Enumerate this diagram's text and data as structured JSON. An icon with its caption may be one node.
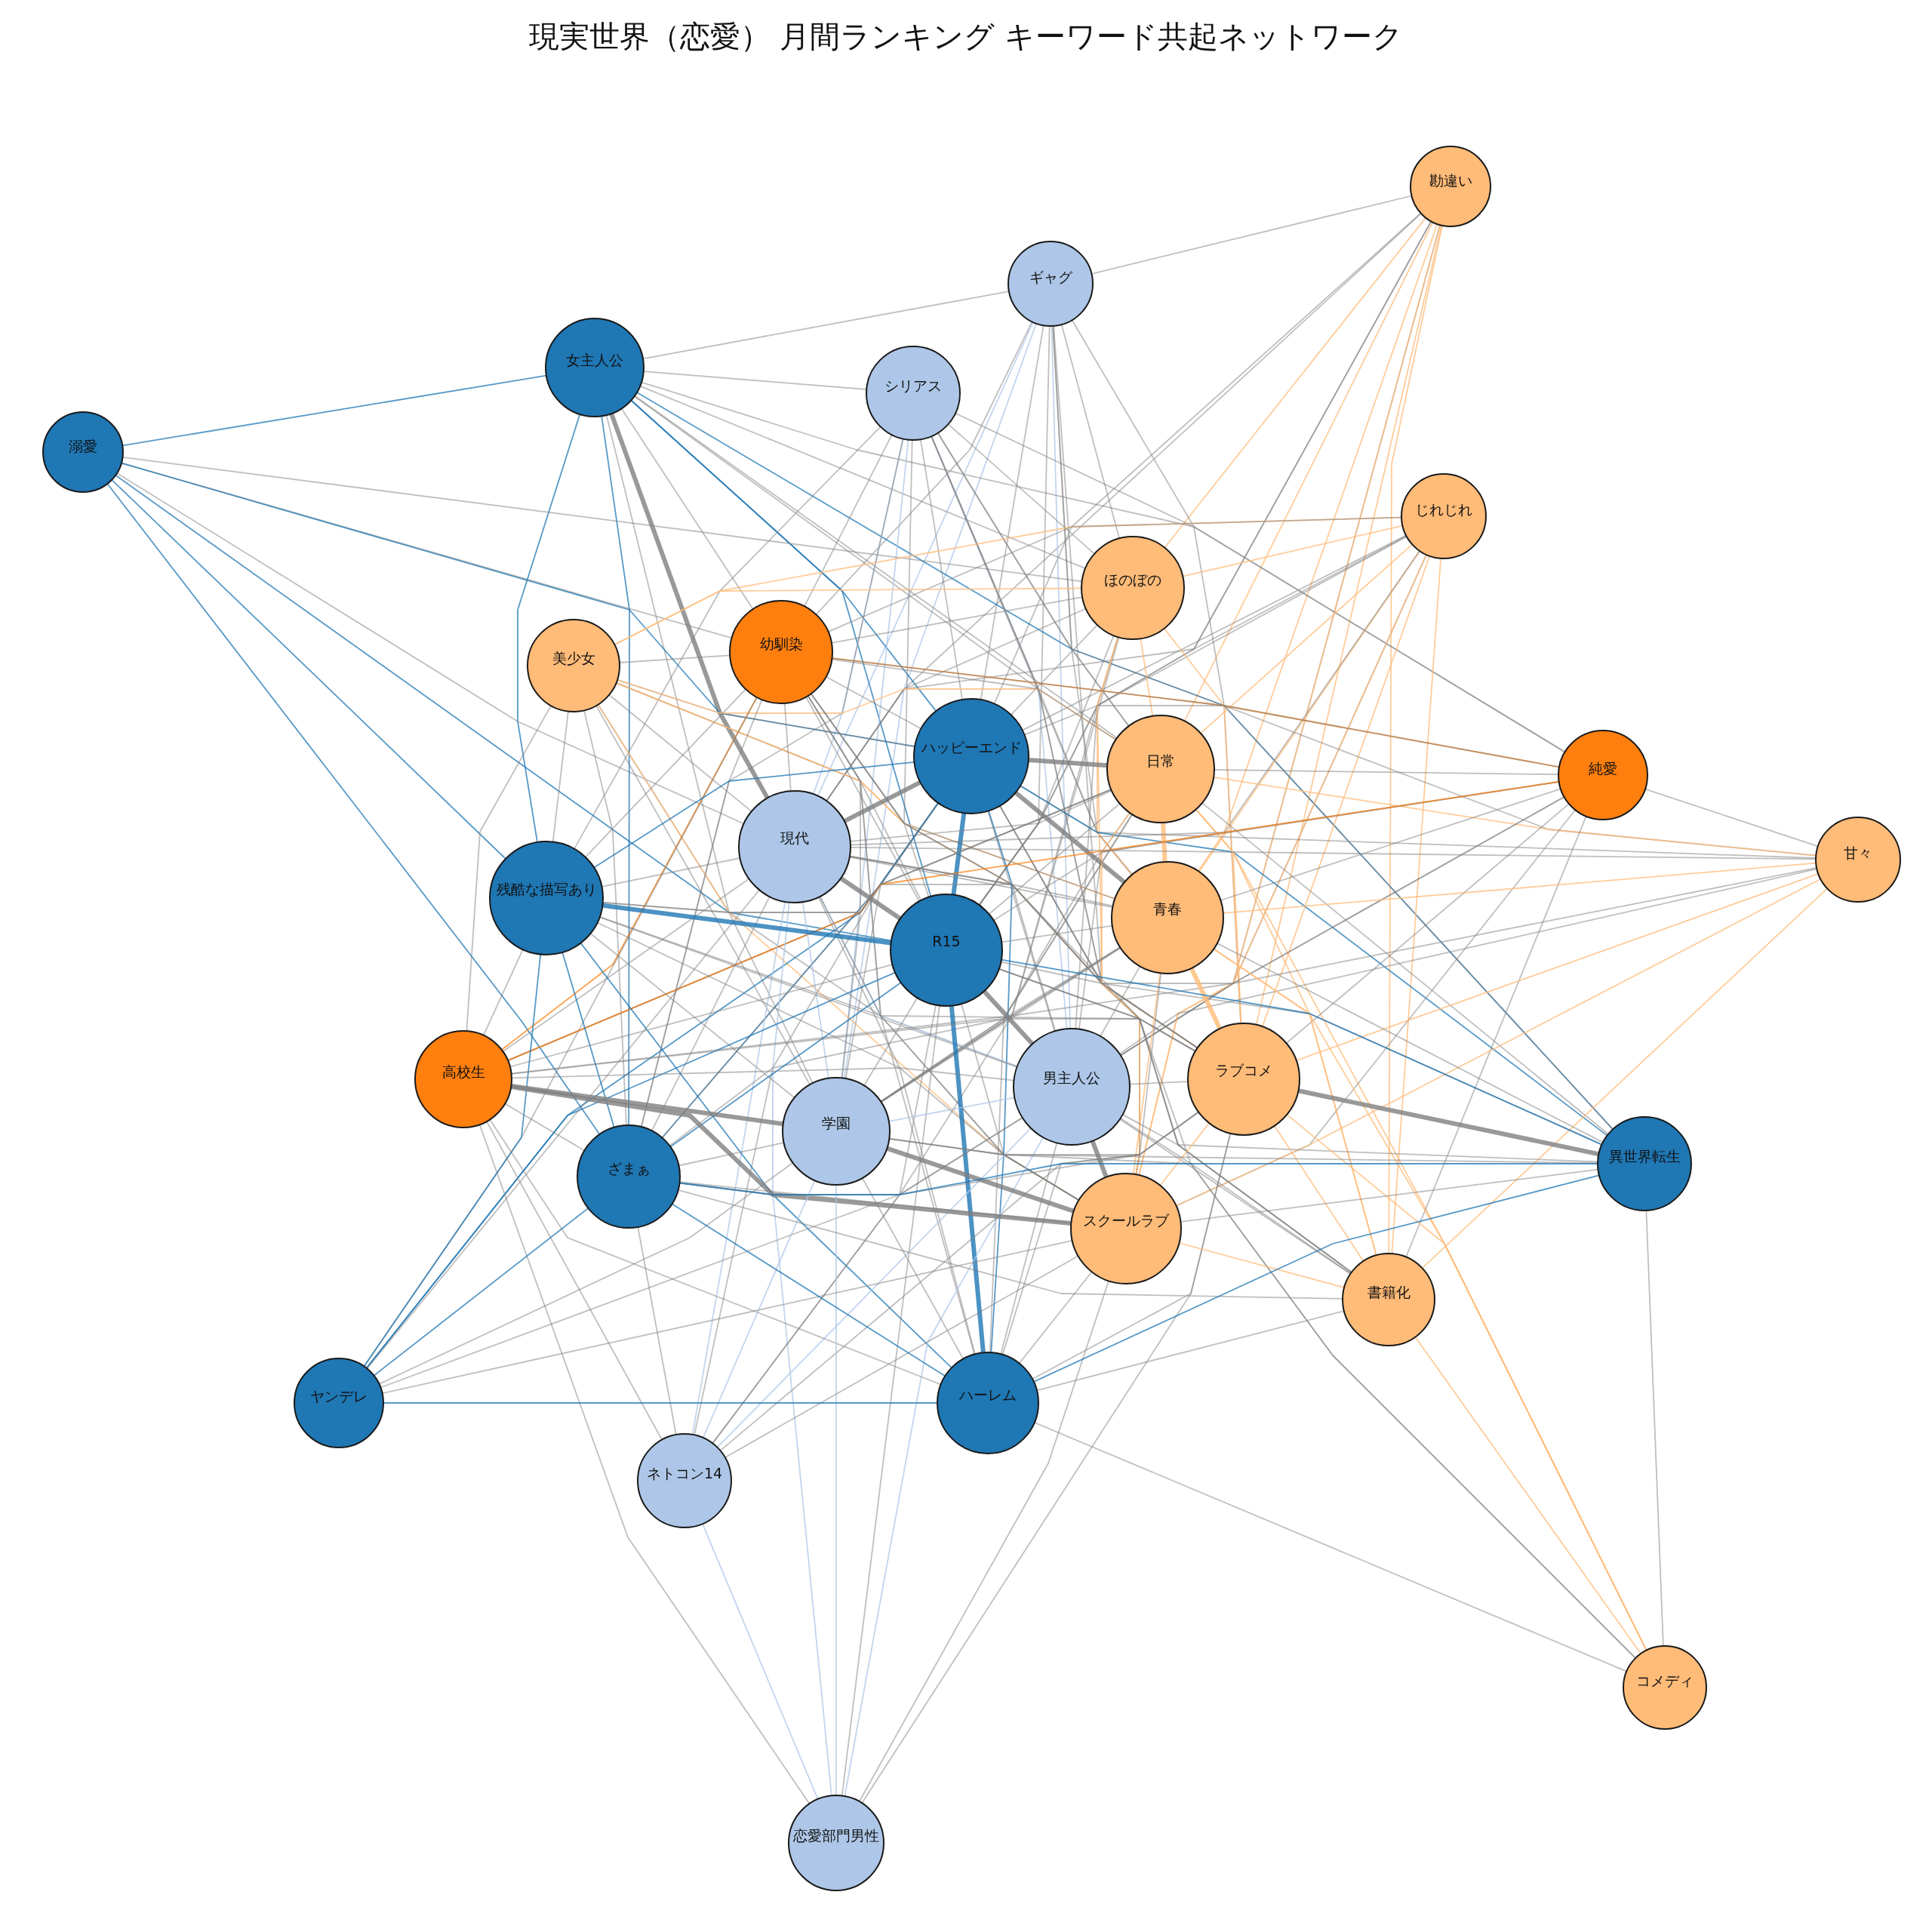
{
  "diagram": {
    "title": "現実世界（恋愛） 月間ランキング キーワード共起ネットワーク",
    "nodes": [
      {
        "text": [
          "勘違い"
        ]
      },
      {
        "text": [
          "ギャグ"
        ]
      },
      {
        "text": [
          "女主人公"
        ]
      },
      {
        "text": [
          "シリアス"
        ]
      },
      {
        "text": [
          "溺愛"
        ]
      },
      {
        "text": [
          "じれじれ"
        ]
      },
      {
        "text": [
          "ほのぼの"
        ]
      },
      {
        "text": [
          "美少女"
        ]
      },
      {
        "text": [
          "幼馴染"
        ]
      },
      {
        "text": [
          "ハッピーエンド"
        ]
      },
      {
        "text": [
          "日常"
        ]
      },
      {
        "text": [
          "純愛"
        ]
      },
      {
        "text": [
          "甘々"
        ]
      },
      {
        "text": [
          "現代"
        ]
      },
      {
        "text": [
          "残酷な描写あり"
        ]
      },
      {
        "text": [
          "青春"
        ]
      },
      {
        "text": [
          "R15"
        ]
      },
      {
        "text": [
          "男主人公"
        ]
      },
      {
        "text": [
          "ラブコメ"
        ]
      },
      {
        "text": [
          "高校生"
        ]
      },
      {
        "text": [
          "学園"
        ]
      },
      {
        "text": [
          "スクールラブ"
        ]
      },
      {
        "text": [
          "ざまぁ"
        ]
      },
      {
        "text": [
          "異世界転生"
        ]
      },
      {
        "text": [
          "書籍化"
        ]
      },
      {
        "text": [
          "ヤンデレ"
        ]
      },
      {
        "text": [
          "ハーレム"
        ]
      },
      {
        "text": [
          "ネトコン14"
        ]
      },
      {
        "text": [
          "コメディ"
        ]
      },
      {
        "text": [
          "恋愛部門男性"
        ]
      }
    ],
    "edges": [
      {
        "from": 0,
        "to": 1,
        "arrow": "none"
      },
      {
        "from": 0,
        "to": 6,
        "arrow": "none",
        "color": "#ffbb78"
      },
      {
        "from": 0,
        "to": 9,
        "arrow": "none"
      },
      {
        "from": 0,
        "to": 10,
        "arrow": "none",
        "color": "#ffbb78"
      },
      {
        "from": 0,
        "to": 13,
        "arrow": "none"
      },
      {
        "from": 0,
        "to": 15,
        "arrow": "none",
        "color": "#ffbb78"
      },
      {
        "from": 0,
        "to": 16,
        "arrow": "none"
      },
      {
        "from": 0,
        "to": 17,
        "arrow": "none"
      },
      {
        "from": 0,
        "to": 18,
        "arrow": "none",
        "color": "#ffbb78"
      },
      {
        "from": 0,
        "to": 20,
        "arrow": "none"
      },
      {
        "from": 0,
        "to": 21,
        "arrow": "none",
        "color": "#ffbb78"
      },
      {
        "from": 0,
        "to": 24,
        "arrow": "none",
        "color": "#ffbb78"
      },
      {
        "from": 1,
        "to": 2,
        "arrow": "none"
      },
      {
        "from": 1,
        "to": 6,
        "arrow": "none"
      },
      {
        "from": 1,
        "to": 8,
        "arrow": "none"
      },
      {
        "from": 1,
        "to": 9,
        "arrow": "none"
      },
      {
        "from": 1,
        "to": 10,
        "arrow": "none"
      },
      {
        "from": 1,
        "to": 13,
        "arrow": "none",
        "color": "#aec7e8"
      },
      {
        "from": 1,
        "to": 15,
        "arrow": "none"
      },
      {
        "from": 1,
        "to": 16,
        "arrow": "none"
      },
      {
        "from": 1,
        "to": 17,
        "arrow": "none",
        "color": "#aec7e8"
      },
      {
        "from": 1,
        "to": 18,
        "arrow": "none"
      },
      {
        "from": 1,
        "to": 20,
        "arrow": "none",
        "color": "#aec7e8"
      },
      {
        "from": 1,
        "to": 21,
        "arrow": "none"
      },
      {
        "from": 2,
        "to": 3,
        "arrow": "none"
      },
      {
        "from": 2,
        "to": 4,
        "arrow": "none",
        "color": "#1f77b4"
      },
      {
        "from": 2,
        "to": 6,
        "arrow": "none"
      },
      {
        "from": 2,
        "to": 8,
        "arrow": "none"
      },
      {
        "from": 2,
        "to": 9,
        "arrow": "none",
        "color": "#1f77b4"
      },
      {
        "from": 2,
        "to": 10,
        "arrow": "none"
      },
      {
        "from": 2,
        "to": 11,
        "arrow": "none"
      },
      {
        "from": 2,
        "to": 13,
        "arrow": "none",
        "style": "thick"
      },
      {
        "from": 2,
        "to": 14,
        "arrow": "none",
        "color": "#1f77b4"
      },
      {
        "from": 2,
        "to": 15,
        "arrow": "none"
      },
      {
        "from": 2,
        "to": 16,
        "arrow": "none",
        "color": "#1f77b4"
      },
      {
        "from": 2,
        "to": 20,
        "arrow": "none"
      },
      {
        "from": 2,
        "to": 22,
        "arrow": "none",
        "color": "#1f77b4"
      },
      {
        "from": 2,
        "to": 23,
        "arrow": "none",
        "color": "#1f77b4"
      },
      {
        "from": 3,
        "to": 6,
        "arrow": "none"
      },
      {
        "from": 3,
        "to": 8,
        "arrow": "none"
      },
      {
        "from": 3,
        "to": 9,
        "arrow": "none"
      },
      {
        "from": 3,
        "to": 10,
        "arrow": "none"
      },
      {
        "from": 3,
        "to": 11,
        "arrow": "none"
      },
      {
        "from": 3,
        "to": 13,
        "arrow": "none",
        "color": "#aec7e8"
      },
      {
        "from": 3,
        "to": 14,
        "arrow": "none"
      },
      {
        "from": 3,
        "to": 15,
        "arrow": "none"
      },
      {
        "from": 3,
        "to": 16,
        "arrow": "none"
      },
      {
        "from": 3,
        "to": 17,
        "arrow": "none",
        "color": "#aec7e8"
      },
      {
        "from": 3,
        "to": 18,
        "arrow": "none"
      },
      {
        "from": 3,
        "to": 20,
        "arrow": "none",
        "color": "#aec7e8"
      },
      {
        "from": 3,
        "to": 21,
        "arrow": "none"
      },
      {
        "from": 3,
        "to": 22,
        "arrow": "none"
      },
      {
        "from": 3,
        "to": 23,
        "arrow": "none"
      },
      {
        "from": 4,
        "to": 6,
        "arrow": "none"
      },
      {
        "from": 4,
        "to": 8,
        "arrow": "none"
      },
      {
        "from": 4,
        "to": 9,
        "arrow": "none",
        "color": "#1f77b4"
      },
      {
        "from": 4,
        "to": 13,
        "arrow": "none"
      },
      {
        "from": 4,
        "to": 14,
        "arrow": "none",
        "color": "#1f77b4"
      },
      {
        "from": 4,
        "to": 16,
        "arrow": "none",
        "color": "#1f77b4"
      },
      {
        "from": 4,
        "to": 22,
        "arrow": "none",
        "color": "#1f77b4"
      },
      {
        "from": 5,
        "to": 6,
        "arrow": "none",
        "color": "#ffbb78"
      },
      {
        "from": 5,
        "to": 7,
        "arrow": "none",
        "color": "#ffbb78"
      },
      {
        "from": 5,
        "to": 8,
        "arrow": "none"
      },
      {
        "from": 5,
        "to": 9,
        "arrow": "none"
      },
      {
        "from": 5,
        "to": 10,
        "arrow": "none",
        "color": "#ffbb78"
      },
      {
        "from": 5,
        "to": 13,
        "arrow": "none"
      },
      {
        "from": 5,
        "to": 15,
        "arrow": "none",
        "color": "#ffbb78"
      },
      {
        "from": 5,
        "to": 16,
        "arrow": "none"
      },
      {
        "from": 5,
        "to": 17,
        "arrow": "none"
      },
      {
        "from": 5,
        "to": 18,
        "arrow": "none",
        "color": "#ffbb78"
      },
      {
        "from": 5,
        "to": 20,
        "arrow": "none"
      },
      {
        "from": 5,
        "to": 21,
        "arrow": "none",
        "color": "#ffbb78"
      },
      {
        "from": 5,
        "to": 24,
        "arrow": "none",
        "color": "#ffbb78"
      },
      {
        "from": 6,
        "to": 7,
        "arrow": "none",
        "color": "#ffbb78"
      },
      {
        "from": 6,
        "to": 8,
        "arrow": "none"
      },
      {
        "from": 6,
        "to": 9,
        "arrow": "none"
      },
      {
        "from": 6,
        "to": 10,
        "arrow": "none",
        "color": "#ffbb78"
      },
      {
        "from": 6,
        "to": 13,
        "arrow": "none"
      },
      {
        "from": 6,
        "to": 15,
        "arrow": "none",
        "color": "#ffbb78"
      },
      {
        "from": 6,
        "to": 16,
        "arrow": "none"
      },
      {
        "from": 6,
        "to": 17,
        "arrow": "none"
      },
      {
        "from": 6,
        "to": 18,
        "arrow": "none",
        "color": "#ffbb78"
      },
      {
        "from": 6,
        "to": 20,
        "arrow": "none"
      },
      {
        "from": 6,
        "to": 21,
        "arrow": "none",
        "color": "#ffbb78"
      },
      {
        "from": 7,
        "to": 8,
        "arrow": "none"
      },
      {
        "from": 7,
        "to": 9,
        "arrow": "none"
      },
      {
        "from": 7,
        "to": 10,
        "arrow": "none",
        "color": "#ffbb78"
      },
      {
        "from": 7,
        "to": 13,
        "arrow": "none"
      },
      {
        "from": 7,
        "to": 14,
        "arrow": "none"
      },
      {
        "from": 7,
        "to": 15,
        "arrow": "none",
        "color": "#ffbb78"
      },
      {
        "from": 7,
        "to": 16,
        "arrow": "none"
      },
      {
        "from": 7,
        "to": 17,
        "arrow": "none"
      },
      {
        "from": 7,
        "to": 18,
        "arrow": "none",
        "color": "#ffbb78"
      },
      {
        "from": 7,
        "to": 19,
        "arrow": "none"
      },
      {
        "from": 7,
        "to": 20,
        "arrow": "none"
      },
      {
        "from": 7,
        "to": 21,
        "arrow": "none",
        "color": "#ffbb78"
      },
      {
        "from": 7,
        "to": 22,
        "arrow": "none"
      },
      {
        "from": 8,
        "to": 9,
        "arrow": "none"
      },
      {
        "from": 8,
        "to": 10,
        "arrow": "none"
      },
      {
        "from": 8,
        "to": 11,
        "arrow": "none",
        "color": "#ff7f0e"
      },
      {
        "from": 8,
        "to": 12,
        "arrow": "none"
      },
      {
        "from": 8,
        "to": 13,
        "arrow": "none"
      },
      {
        "from": 8,
        "to": 14,
        "arrow": "none"
      },
      {
        "from": 8,
        "to": 15,
        "arrow": "none"
      },
      {
        "from": 8,
        "to": 16,
        "arrow": "none"
      },
      {
        "from": 8,
        "to": 17,
        "arrow": "none"
      },
      {
        "from": 8,
        "to": 18,
        "arrow": "none"
      },
      {
        "from": 8,
        "to": 19,
        "arrow": "none",
        "color": "#ff7f0e"
      },
      {
        "from": 8,
        "to": 20,
        "arrow": "none"
      },
      {
        "from": 8,
        "to": 21,
        "arrow": "none"
      },
      {
        "from": 8,
        "to": 22,
        "arrow": "none"
      },
      {
        "from": 8,
        "to": 25,
        "arrow": "none"
      },
      {
        "from": 8,
        "to": 26,
        "arrow": "none"
      },
      {
        "from": 9,
        "to": 10,
        "arrow": "none",
        "style": "thick"
      },
      {
        "from": 9,
        "to": 11,
        "arrow": "none"
      },
      {
        "from": 9,
        "to": 12,
        "arrow": "none"
      },
      {
        "from": 9,
        "to": 13,
        "arrow": "none",
        "style": "thick"
      },
      {
        "from": 9,
        "to": 14,
        "arrow": "none",
        "color": "#1f77b4"
      },
      {
        "from": 9,
        "to": 15,
        "arrow": "none",
        "style": "thick"
      },
      {
        "from": 9,
        "to": 16,
        "arrow": "none",
        "style": "thick",
        "color": "#1f77b4"
      },
      {
        "from": 9,
        "to": 17,
        "arrow": "none"
      },
      {
        "from": 9,
        "to": 18,
        "arrow": "none"
      },
      {
        "from": 9,
        "to": 19,
        "arrow": "none"
      },
      {
        "from": 9,
        "to": 20,
        "arrow": "none"
      },
      {
        "from": 9,
        "to": 21,
        "arrow": "none"
      },
      {
        "from": 9,
        "to": 22,
        "arrow": "none",
        "color": "#1f77b4"
      },
      {
        "from": 9,
        "to": 23,
        "arrow": "none",
        "color": "#1f77b4"
      },
      {
        "from": 9,
        "to": 24,
        "arrow": "none"
      },
      {
        "from": 9,
        "to": 25,
        "arrow": "none",
        "color": "#1f77b4"
      },
      {
        "from": 9,
        "to": 26,
        "arrow": "none",
        "color": "#1f77b4"
      },
      {
        "from": 9,
        "to": 27,
        "arrow": "none"
      },
      {
        "from": 10,
        "to": 11,
        "arrow": "none"
      },
      {
        "from": 10,
        "to": 12,
        "arrow": "none",
        "color": "#ffbb78"
      },
      {
        "from": 10,
        "to": 13,
        "arrow": "none"
      },
      {
        "from": 10,
        "to": 14,
        "arrow": "none"
      },
      {
        "from": 10,
        "to": 15,
        "arrow": "none",
        "style": "thick",
        "color": "#ffbb78"
      },
      {
        "from": 10,
        "to": 16,
        "arrow": "none"
      },
      {
        "from": 10,
        "to": 17,
        "arrow": "none"
      },
      {
        "from": 10,
        "to": 18,
        "arrow": "none",
        "color": "#ffbb78"
      },
      {
        "from": 10,
        "to": 19,
        "arrow": "none"
      },
      {
        "from": 10,
        "to": 20,
        "arrow": "none"
      },
      {
        "from": 10,
        "to": 21,
        "arrow": "none",
        "color": "#ffbb78"
      },
      {
        "from": 10,
        "to": 22,
        "arrow": "none"
      },
      {
        "from": 10,
        "to": 23,
        "arrow": "none"
      },
      {
        "from": 10,
        "to": 24,
        "arrow": "none",
        "color": "#ffbb78"
      },
      {
        "from": 10,
        "to": 26,
        "arrow": "none"
      },
      {
        "from": 10,
        "to": 28,
        "arrow": "none",
        "color": "#ffbb78"
      },
      {
        "from": 11,
        "to": 12,
        "arrow": "none"
      },
      {
        "from": 11,
        "to": 13,
        "arrow": "none"
      },
      {
        "from": 11,
        "to": 15,
        "arrow": "none"
      },
      {
        "from": 11,
        "to": 16,
        "arrow": "none"
      },
      {
        "from": 11,
        "to": 17,
        "arrow": "none"
      },
      {
        "from": 11,
        "to": 18,
        "arrow": "none"
      },
      {
        "from": 11,
        "to": 19,
        "arrow": "none",
        "color": "#ff7f0e"
      },
      {
        "from": 11,
        "to": 20,
        "arrow": "none"
      },
      {
        "from": 11,
        "to": 21,
        "arrow": "none"
      },
      {
        "from": 11,
        "to": 24,
        "arrow": "none"
      },
      {
        "from": 12,
        "to": 13,
        "arrow": "none"
      },
      {
        "from": 12,
        "to": 15,
        "arrow": "none",
        "color": "#ffbb78"
      },
      {
        "from": 12,
        "to": 16,
        "arrow": "none"
      },
      {
        "from": 12,
        "to": 17,
        "arrow": "none"
      },
      {
        "from": 12,
        "to": 18,
        "arrow": "none",
        "color": "#ffbb78"
      },
      {
        "from": 12,
        "to": 21,
        "arrow": "none",
        "color": "#ffbb78"
      },
      {
        "from": 12,
        "to": 24,
        "arrow": "none",
        "color": "#ffbb78"
      },
      {
        "from": 13,
        "to": 14,
        "arrow": "none"
      },
      {
        "from": 13,
        "to": 15,
        "arrow": "none"
      },
      {
        "from": 13,
        "to": 16,
        "arrow": "none",
        "style": "thick"
      },
      {
        "from": 13,
        "to": 17,
        "arrow": "none",
        "color": "#aec7e8"
      },
      {
        "from": 13,
        "to": 18,
        "arrow": "none"
      },
      {
        "from": 13,
        "to": 19,
        "arrow": "none"
      },
      {
        "from": 13,
        "to": 20,
        "arrow": "none",
        "color": "#aec7e8"
      },
      {
        "from": 13,
        "to": 21,
        "arrow": "none"
      },
      {
        "from": 13,
        "to": 22,
        "arrow": "none"
      },
      {
        "from": 13,
        "to": 23,
        "arrow": "none"
      },
      {
        "from": 13,
        "to": 24,
        "arrow": "none"
      },
      {
        "from": 13,
        "to": 25,
        "arrow": "none"
      },
      {
        "from": 13,
        "to": 26,
        "arrow": "none"
      },
      {
        "from": 13,
        "to": 27,
        "arrow": "none",
        "color": "#aec7e8"
      },
      {
        "from": 13,
        "to": 29,
        "arrow": "none",
        "color": "#aec7e8"
      },
      {
        "from": 14,
        "to": 15,
        "arrow": "none"
      },
      {
        "from": 14,
        "to": 16,
        "arrow": "none",
        "style": "thick",
        "color": "#1f77b4"
      },
      {
        "from": 14,
        "to": 17,
        "arrow": "none"
      },
      {
        "from": 14,
        "to": 18,
        "arrow": "none"
      },
      {
        "from": 14,
        "to": 19,
        "arrow": "none"
      },
      {
        "from": 14,
        "to": 20,
        "arrow": "none"
      },
      {
        "from": 14,
        "to": 21,
        "arrow": "none"
      },
      {
        "from": 14,
        "to": 22,
        "arrow": "none",
        "color": "#1f77b4"
      },
      {
        "from": 14,
        "to": 25,
        "arrow": "none",
        "color": "#1f77b4"
      },
      {
        "from": 14,
        "to": 26,
        "arrow": "none",
        "color": "#1f77b4"
      },
      {
        "from": 15,
        "to": 16,
        "arrow": "none"
      },
      {
        "from": 15,
        "to": 17,
        "arrow": "none"
      },
      {
        "from": 15,
        "to": 18,
        "arrow": "none",
        "style": "thick",
        "color": "#ffbb78"
      },
      {
        "from": 15,
        "to": 19,
        "arrow": "none"
      },
      {
        "from": 15,
        "to": 20,
        "arrow": "none"
      },
      {
        "from": 15,
        "to": 21,
        "arrow": "none",
        "color": "#ffbb78"
      },
      {
        "from": 15,
        "to": 22,
        "arrow": "none"
      },
      {
        "from": 15,
        "to": 23,
        "arrow": "none"
      },
      {
        "from": 15,
        "to": 24,
        "arrow": "none",
        "color": "#ffbb78"
      },
      {
        "from": 15,
        "to": 26,
        "arrow": "none"
      },
      {
        "from": 15,
        "to": 27,
        "arrow": "none"
      },
      {
        "from": 15,
        "to": 28,
        "arrow": "none",
        "color": "#ffbb78"
      },
      {
        "from": 16,
        "to": 17,
        "arrow": "none",
        "style": "thick"
      },
      {
        "from": 16,
        "to": 18,
        "arrow": "none"
      },
      {
        "from": 16,
        "to": 19,
        "arrow": "none"
      },
      {
        "from": 16,
        "to": 20,
        "arrow": "none"
      },
      {
        "from": 16,
        "to": 21,
        "arrow": "none"
      },
      {
        "from": 16,
        "to": 22,
        "arrow": "none",
        "color": "#1f77b4"
      },
      {
        "from": 16,
        "to": 23,
        "arrow": "none",
        "color": "#1f77b4"
      },
      {
        "from": 16,
        "to": 24,
        "arrow": "none"
      },
      {
        "from": 16,
        "to": 25,
        "arrow": "none",
        "color": "#1f77b4"
      },
      {
        "from": 16,
        "to": 26,
        "arrow": "none",
        "style": "thick",
        "color": "#1f77b4"
      },
      {
        "from": 16,
        "to": 27,
        "arrow": "none"
      },
      {
        "from": 16,
        "to": 28,
        "arrow": "none"
      },
      {
        "from": 16,
        "to": 29,
        "arrow": "none"
      },
      {
        "from": 17,
        "to": 18,
        "arrow": "none"
      },
      {
        "from": 17,
        "to": 19,
        "arrow": "none"
      },
      {
        "from": 17,
        "to": 20,
        "arrow": "none",
        "color": "#aec7e8"
      },
      {
        "from": 17,
        "to": 21,
        "arrow": "none",
        "style": "thick"
      },
      {
        "from": 17,
        "to": 22,
        "arrow": "none"
      },
      {
        "from": 17,
        "to": 23,
        "arrow": "none"
      },
      {
        "from": 17,
        "to": 24,
        "arrow": "none"
      },
      {
        "from": 17,
        "to": 25,
        "arrow": "none"
      },
      {
        "from": 17,
        "to": 26,
        "arrow": "none"
      },
      {
        "from": 17,
        "to": 27,
        "arrow": "none",
        "color": "#aec7e8"
      },
      {
        "from": 17,
        "to": 28,
        "arrow": "none"
      },
      {
        "from": 17,
        "to": 29,
        "arrow": "none",
        "color": "#aec7e8"
      },
      {
        "from": 18,
        "to": 19,
        "arrow": "none"
      },
      {
        "from": 18,
        "to": 20,
        "arrow": "none"
      },
      {
        "from": 18,
        "to": 21,
        "arrow": "none",
        "color": "#ffbb78"
      },
      {
        "from": 18,
        "to": 22,
        "arrow": "none"
      },
      {
        "from": 18,
        "to": 23,
        "arrow": "none",
        "style": "thick"
      },
      {
        "from": 18,
        "to": 24,
        "arrow": "none",
        "color": "#ffbb78"
      },
      {
        "from": 18,
        "to": 26,
        "arrow": "none"
      },
      {
        "from": 18,
        "to": 27,
        "arrow": "none"
      },
      {
        "from": 18,
        "to": 28,
        "arrow": "none",
        "color": "#ffbb78"
      },
      {
        "from": 18,
        "to": 29,
        "arrow": "none"
      },
      {
        "from": 19,
        "to": 20,
        "arrow": "none",
        "style": "thick"
      },
      {
        "from": 19,
        "to": 21,
        "arrow": "none",
        "style": "thick"
      },
      {
        "from": 19,
        "to": 22,
        "arrow": "none"
      },
      {
        "from": 19,
        "to": 26,
        "arrow": "none"
      },
      {
        "from": 19,
        "to": 27,
        "arrow": "none"
      },
      {
        "from": 19,
        "to": 29,
        "arrow": "none"
      },
      {
        "from": 20,
        "to": 21,
        "arrow": "none",
        "style": "thick"
      },
      {
        "from": 20,
        "to": 22,
        "arrow": "none"
      },
      {
        "from": 20,
        "to": 23,
        "arrow": "none"
      },
      {
        "from": 20,
        "to": 24,
        "arrow": "none"
      },
      {
        "from": 20,
        "to": 25,
        "arrow": "none"
      },
      {
        "from": 20,
        "to": 26,
        "arrow": "none"
      },
      {
        "from": 20,
        "to": 27,
        "arrow": "none",
        "color": "#aec7e8"
      },
      {
        "from": 20,
        "to": 29,
        "arrow": "none",
        "color": "#aec7e8"
      },
      {
        "from": 21,
        "to": 22,
        "arrow": "none"
      },
      {
        "from": 21,
        "to": 23,
        "arrow": "none"
      },
      {
        "from": 21,
        "to": 24,
        "arrow": "none",
        "color": "#ffbb78"
      },
      {
        "from": 21,
        "to": 25,
        "arrow": "none"
      },
      {
        "from": 21,
        "to": 26,
        "arrow": "none"
      },
      {
        "from": 21,
        "to": 27,
        "arrow": "none"
      },
      {
        "from": 21,
        "to": 29,
        "arrow": "none"
      },
      {
        "from": 22,
        "to": 23,
        "arrow": "none",
        "color": "#1f77b4"
      },
      {
        "from": 22,
        "to": 24,
        "arrow": "none"
      },
      {
        "from": 22,
        "to": 25,
        "arrow": "none",
        "color": "#1f77b4"
      },
      {
        "from": 22,
        "to": 26,
        "arrow": "none",
        "color": "#1f77b4"
      },
      {
        "from": 22,
        "to": 27,
        "arrow": "none"
      },
      {
        "from": 23,
        "to": 26,
        "arrow": "none",
        "color": "#1f77b4"
      },
      {
        "from": 23,
        "to": 28,
        "arrow": "none"
      },
      {
        "from": 24,
        "to": 26,
        "arrow": "none"
      },
      {
        "from": 24,
        "to": 28,
        "arrow": "none",
        "color": "#ffbb78"
      },
      {
        "from": 25,
        "to": 26,
        "arrow": "none",
        "color": "#1f77b4"
      },
      {
        "from": 26,
        "to": 28,
        "arrow": "none"
      },
      {
        "from": 27,
        "to": 29,
        "arrow": "none",
        "color": "#aec7e8"
      }
    ]
  }
}
